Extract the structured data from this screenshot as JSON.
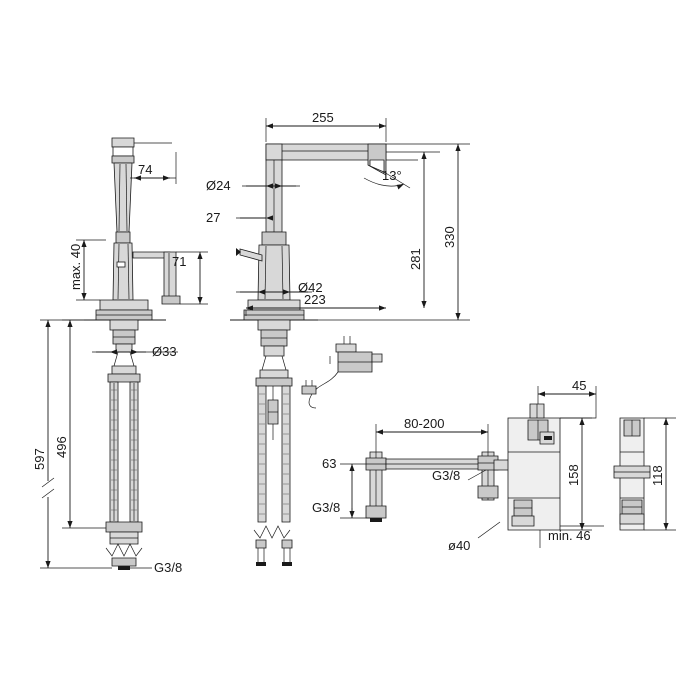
{
  "diagram": {
    "title": "Kitchen mixer tap technical dimension drawing",
    "background_color": "#ffffff",
    "line_color": "#1a1a1a"
  },
  "labels": {
    "l_max40": "max. 40",
    "l_74": "74",
    "l_71": "71",
    "l_597": "597",
    "l_496": "496",
    "l_d33": "Ø33",
    "l_g38_left": "G3/8",
    "l_255": "255",
    "l_d24": "Ø24",
    "l_27": "27",
    "l_13deg": "13°",
    "l_330": "330",
    "l_281": "281",
    "l_d42": "Ø42",
    "l_223": "223",
    "l_80_200": "80-200",
    "l_63": "63",
    "l_g38_lower_left": "G3/8",
    "l_g38_right": "G3/8",
    "l_d40": "ø40",
    "l_45": "45",
    "l_158": "158",
    "l_min46": "min. 46",
    "l_118": "118"
  }
}
